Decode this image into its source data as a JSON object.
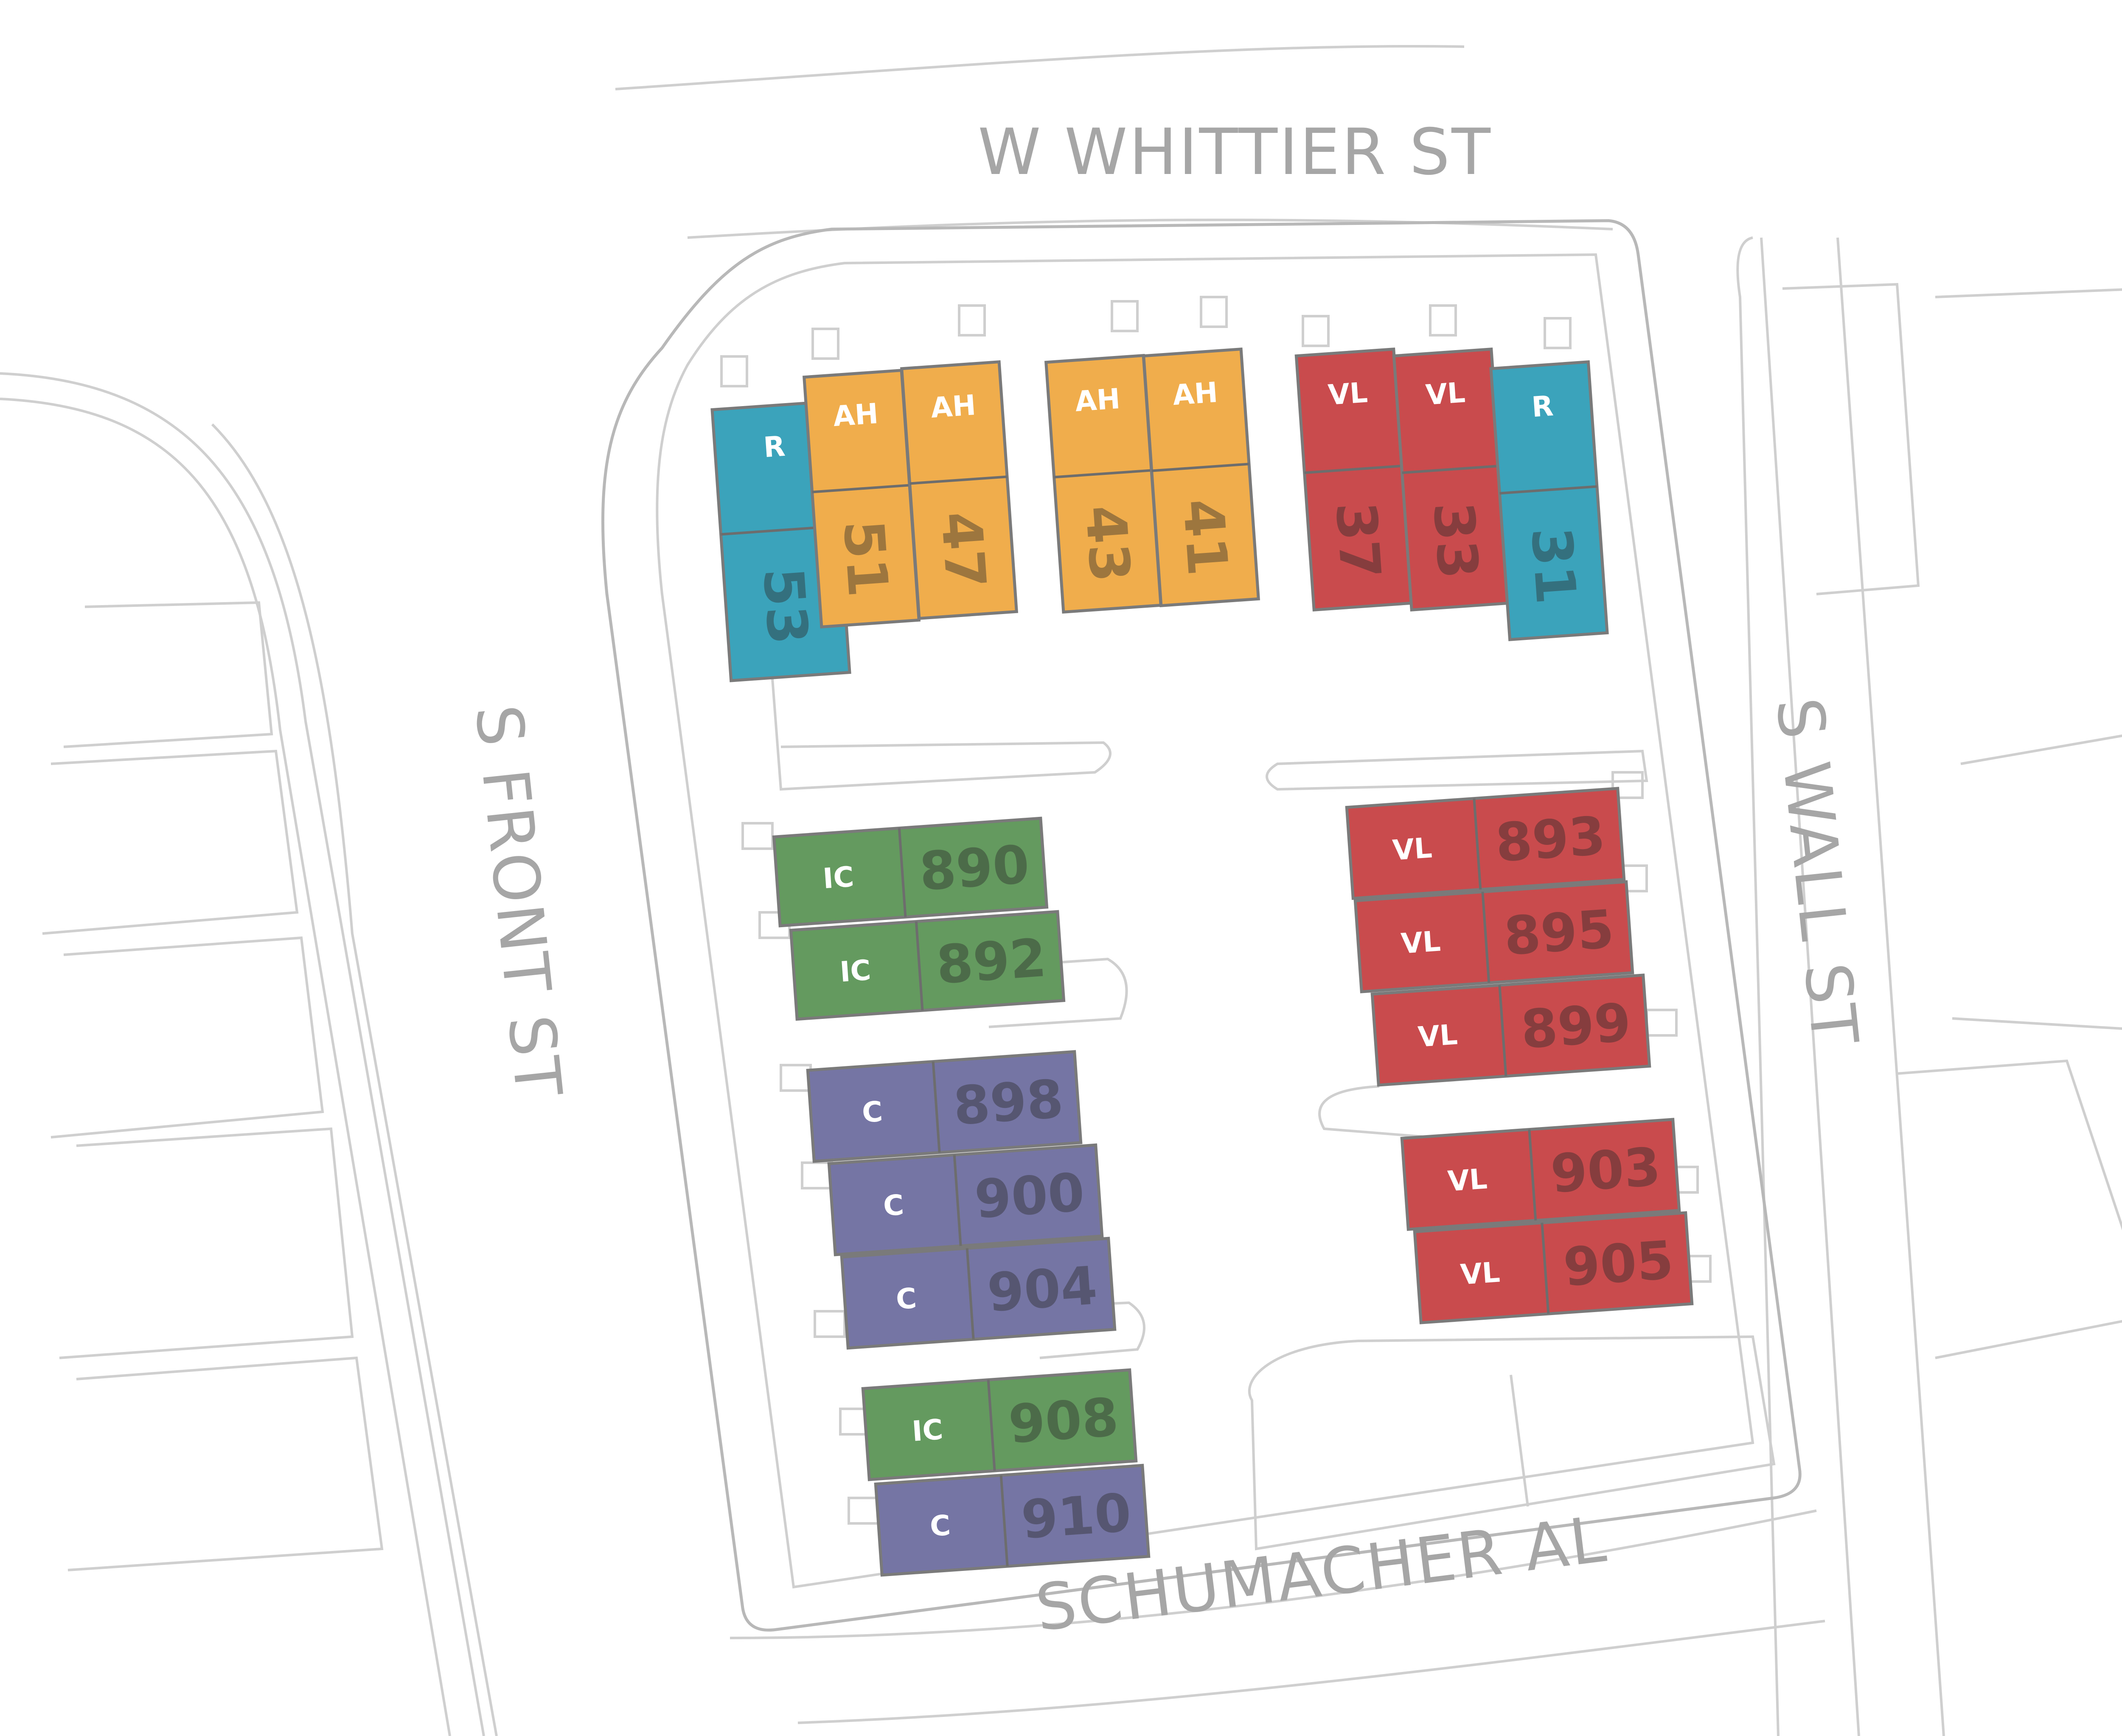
{
  "streets": {
    "north": "W WHITTIER ST",
    "west": "S FRONT ST",
    "east": "S WALL ST",
    "south": "SCHUMACHER AL"
  },
  "colors": {
    "R": "#3ba3bb",
    "AH": "#f0ad4c",
    "VL": "#c94b4d",
    "IC": "#649a5f",
    "C": "#7575a4"
  },
  "units": [
    {
      "type": "R",
      "number": "53"
    },
    {
      "type": "AH",
      "number": "51"
    },
    {
      "type": "AH",
      "number": "47"
    },
    {
      "type": "AH",
      "number": "43"
    },
    {
      "type": "AH",
      "number": "41"
    },
    {
      "type": "VL",
      "number": "37"
    },
    {
      "type": "VL",
      "number": "33"
    },
    {
      "type": "R",
      "number": "31"
    },
    {
      "type": "IC",
      "number": "890"
    },
    {
      "type": "IC",
      "number": "892"
    },
    {
      "type": "C",
      "number": "898"
    },
    {
      "type": "C",
      "number": "900"
    },
    {
      "type": "C",
      "number": "904"
    },
    {
      "type": "IC",
      "number": "908"
    },
    {
      "type": "C",
      "number": "910"
    },
    {
      "type": "VL",
      "number": "893"
    },
    {
      "type": "VL",
      "number": "895"
    },
    {
      "type": "VL",
      "number": "899"
    },
    {
      "type": "VL",
      "number": "903"
    },
    {
      "type": "VL",
      "number": "905"
    }
  ]
}
